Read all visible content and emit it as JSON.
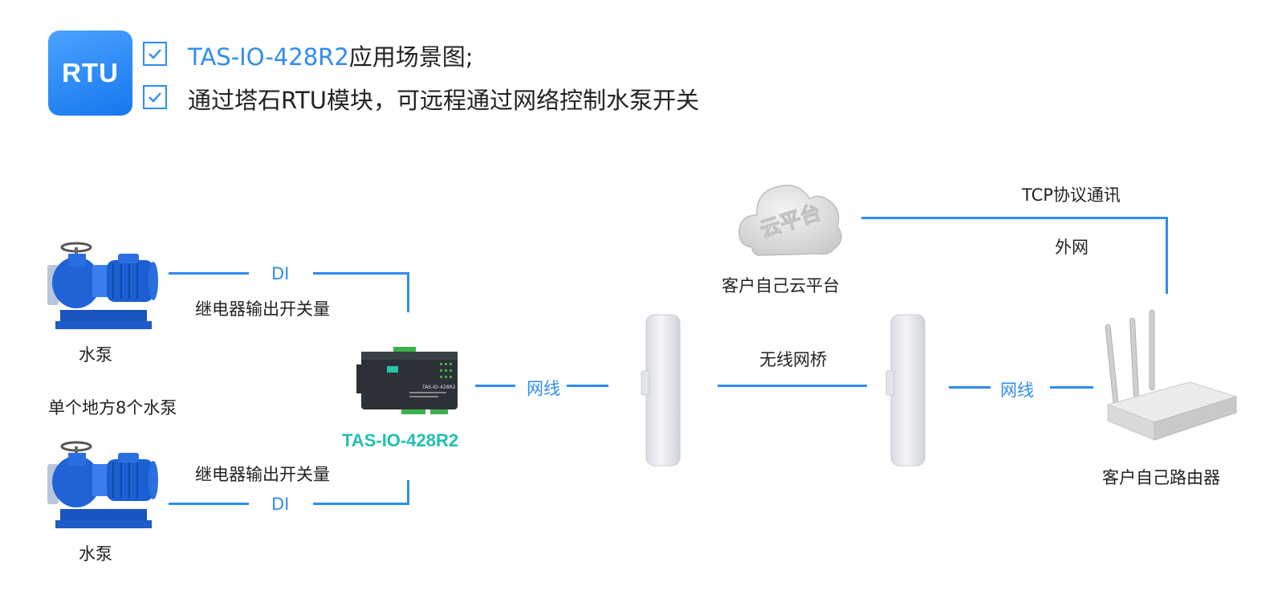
{
  "header": {
    "badge": "RTU",
    "line1_model": "TAS-IO-428R2",
    "line1_rest": "应用场景图;",
    "line2": "通过塔石RTU模块，可远程通过网络控制水泵开关"
  },
  "diagram": {
    "pump_top_label": "水泵",
    "pump_bottom_label": "水泵",
    "site_label": "单个地方8个水泵",
    "di_top": "DI",
    "di_bottom": "DI",
    "relay_top": "继电器输出开关量",
    "relay_bottom": "继电器输出开关量",
    "module_name": "TAS-IO-428R2",
    "cable_left": "网线",
    "cable_right": "网线",
    "bridge_label": "无线网桥",
    "cloud_text": "云平台",
    "cloud_label": "客户自己云平台",
    "tcp_label": "TCP协议通讯",
    "wan_label": "外网",
    "router_label": "客户自己路由器",
    "module_face_text": "TAS-IO-428R2"
  },
  "colors": {
    "accent": "#2f8cf0",
    "module_green": "#20c0b0",
    "pump_blue": "#1a5fd0",
    "cloud_grey": "#d9d9d9"
  }
}
